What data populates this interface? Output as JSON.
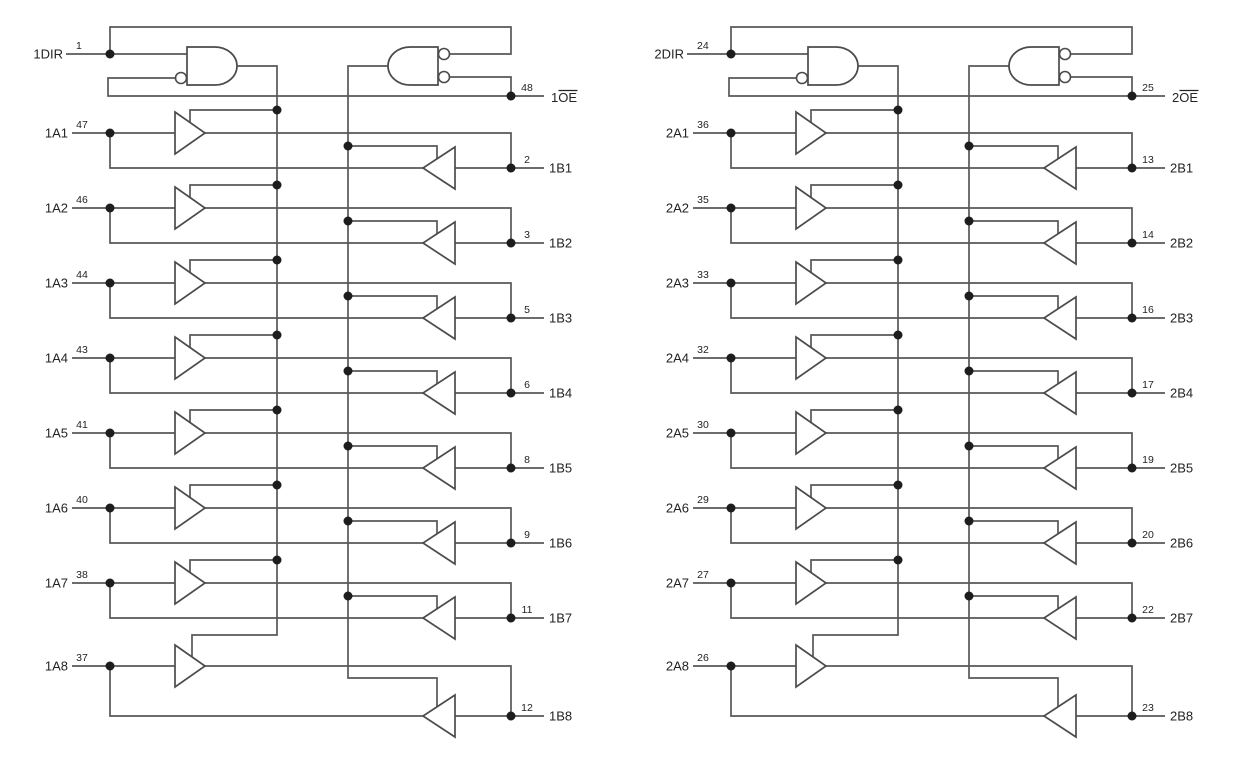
{
  "colors": {
    "background": "#ffffff",
    "wire": "#57585b",
    "outline": "#4a4b4d",
    "dot": "#1d1d1f",
    "text": "#232323"
  },
  "halves": [
    {
      "dir": {
        "label": "1DIR",
        "pin": "1"
      },
      "oe": {
        "label_prefix": "1",
        "label_base": "OE",
        "pin": "48"
      },
      "channels": [
        {
          "a_label": "1A1",
          "a_pin": "47",
          "b_label": "1B1",
          "b_pin": "2"
        },
        {
          "a_label": "1A2",
          "a_pin": "46",
          "b_label": "1B2",
          "b_pin": "3"
        },
        {
          "a_label": "1A3",
          "a_pin": "44",
          "b_label": "1B3",
          "b_pin": "5"
        },
        {
          "a_label": "1A4",
          "a_pin": "43",
          "b_label": "1B4",
          "b_pin": "6"
        },
        {
          "a_label": "1A5",
          "a_pin": "41",
          "b_label": "1B5",
          "b_pin": "8"
        },
        {
          "a_label": "1A6",
          "a_pin": "40",
          "b_label": "1B6",
          "b_pin": "9"
        },
        {
          "a_label": "1A7",
          "a_pin": "38",
          "b_label": "1B7",
          "b_pin": "11"
        },
        {
          "a_label": "1A8",
          "a_pin": "37",
          "b_label": "1B8",
          "b_pin": "12"
        }
      ]
    },
    {
      "dir": {
        "label": "2DIR",
        "pin": "24"
      },
      "oe": {
        "label_prefix": "2",
        "label_base": "OE",
        "pin": "25"
      },
      "channels": [
        {
          "a_label": "2A1",
          "a_pin": "36",
          "b_label": "2B1",
          "b_pin": "13"
        },
        {
          "a_label": "2A2",
          "a_pin": "35",
          "b_label": "2B2",
          "b_pin": "14"
        },
        {
          "a_label": "2A3",
          "a_pin": "33",
          "b_label": "2B3",
          "b_pin": "16"
        },
        {
          "a_label": "2A4",
          "a_pin": "32",
          "b_label": "2B4",
          "b_pin": "17"
        },
        {
          "a_label": "2A5",
          "a_pin": "30",
          "b_label": "2B5",
          "b_pin": "19"
        },
        {
          "a_label": "2A6",
          "a_pin": "29",
          "b_label": "2B6",
          "b_pin": "20"
        },
        {
          "a_label": "2A7",
          "a_pin": "27",
          "b_label": "2B7",
          "b_pin": "22"
        },
        {
          "a_label": "2A8",
          "a_pin": "26",
          "b_label": "2B8",
          "b_pin": "23"
        }
      ]
    }
  ]
}
